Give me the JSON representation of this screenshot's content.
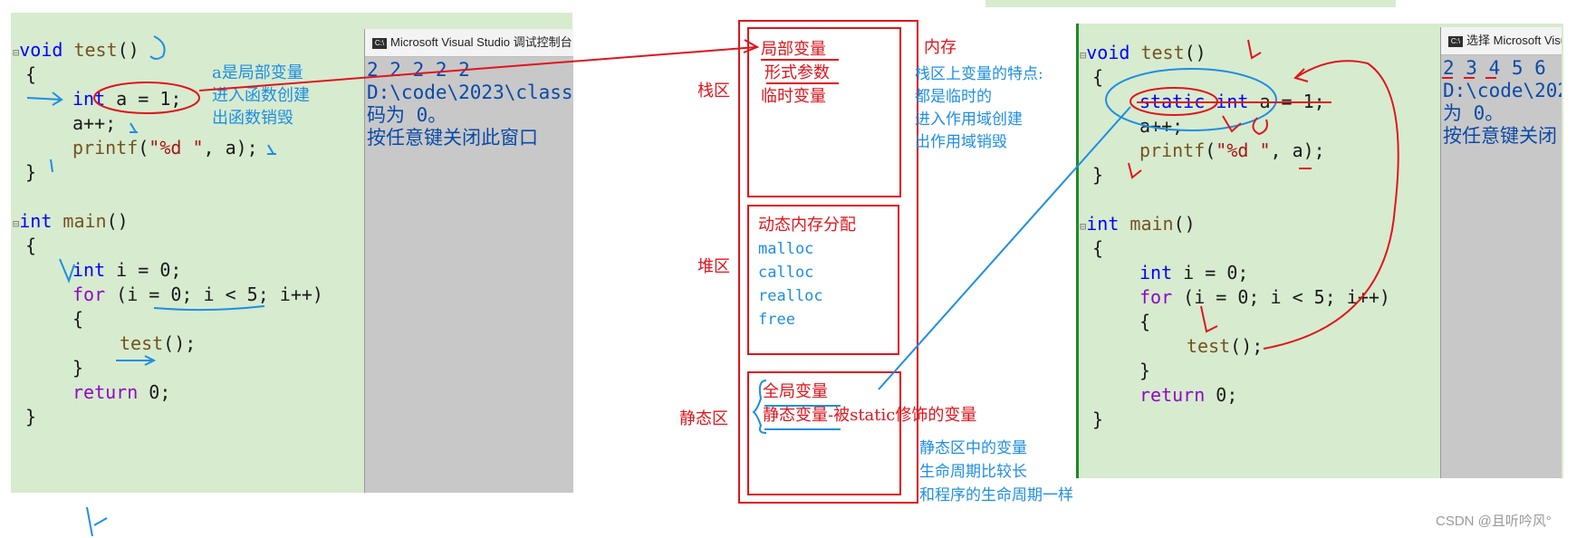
{
  "left_code": {
    "lines": [
      "void test()",
      "{",
      "    int a = 1;",
      "    a++;",
      "    printf(\"%d \", a);",
      "}",
      "",
      "int main()",
      "{",
      "    int i = 0;",
      "    for (i = 0; i < 5; i++)",
      "    {",
      "        test();",
      "    }",
      "    return 0;",
      "}"
    ]
  },
  "left_console": {
    "title": "Microsoft Visual Studio 调试控制台",
    "output": [
      "2 2 2 2 2",
      "D:\\code\\2023\\class",
      "码为 0。",
      "按任意键关闭此窗口"
    ]
  },
  "left_notes": [
    "a是局部变量",
    "进入函数创建",
    "出函数销毁"
  ],
  "memory": {
    "title": "内存",
    "stack": {
      "label": "栈区",
      "items": [
        "局部变量",
        "形式参数",
        "临时变量"
      ]
    },
    "heap": {
      "label": "堆区",
      "title": "动态内存分配",
      "items": [
        "malloc",
        "calloc",
        "realloc",
        "free"
      ]
    },
    "static": {
      "label": "静态区",
      "items": [
        "全局变量",
        "静态变量"
      ],
      "note": "-被static修饰的变量"
    },
    "stack_notes": [
      "栈区上变量的特点:",
      "都是临时的",
      "进入作用域创建",
      "出作用域销毁"
    ],
    "static_notes": [
      "静态区中的变量",
      "生命周期比较长",
      "和程序的生命周期一样"
    ]
  },
  "right_code": {
    "lines": [
      "void test()",
      "{",
      "    static int a = 1;",
      "    a++;",
      "    printf(\"%d \", a);",
      "}",
      "",
      "int main()",
      "{",
      "    int i = 0;",
      "    for (i = 0; i < 5; i++)",
      "    {",
      "        test();",
      "    }",
      "    return 0;",
      "}"
    ]
  },
  "right_console": {
    "title": "选择 Microsoft Visu",
    "output": [
      "2 3 4 5 6",
      "D:\\code\\202",
      "为 0。",
      "按任意键关闭"
    ]
  },
  "watermark": "CSDN @且听吟风°",
  "colors": {
    "panel": "#d7ebcf",
    "annotation_red": "#e0141c",
    "annotation_blue": "#1e8ee3"
  }
}
